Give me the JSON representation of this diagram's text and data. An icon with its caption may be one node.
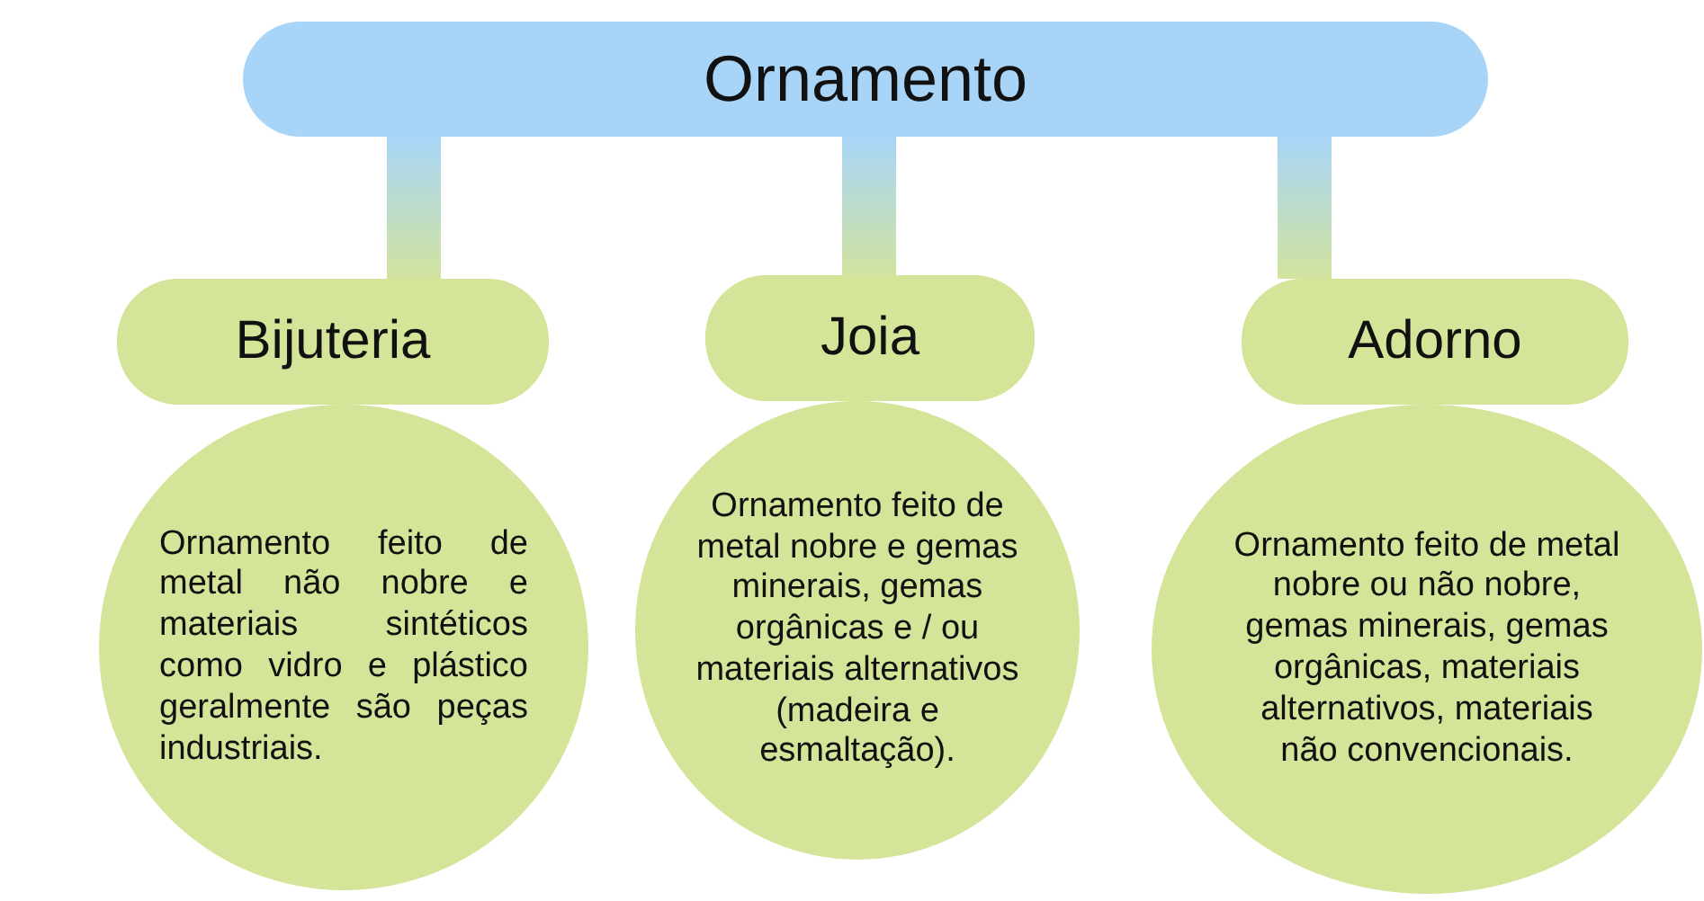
{
  "diagram": {
    "nodes": [
      {
        "text": [
          "Ornamento"
        ]
      },
      {
        "text": [
          "Bijuteria"
        ]
      },
      {
        "text": [
          "Ornamento feito de metal não nobre e materiais sintéticos como vidro e plástico geralmente são peças industriais."
        ]
      },
      {
        "text": [
          "Joia"
        ]
      },
      {
        "text": [
          "Ornamento feito de metal nobre e gemas minerais, gemas orgânicas e / ou materiais alternativos (madeira e esmaltação)."
        ]
      },
      {
        "text": [
          "Adorno"
        ]
      },
      {
        "text": [
          "Ornamento feito de metal nobre ou não nobre, gemas minerais, gemas orgânicas, materiais alternativos, materiais não convencionais."
        ]
      }
    ],
    "edges": [
      {
        "from": 0,
        "to": 1,
        "arrow": "none"
      },
      {
        "from": 0,
        "to": 3,
        "arrow": "none"
      },
      {
        "from": 0,
        "to": 5,
        "arrow": "none"
      }
    ]
  }
}
